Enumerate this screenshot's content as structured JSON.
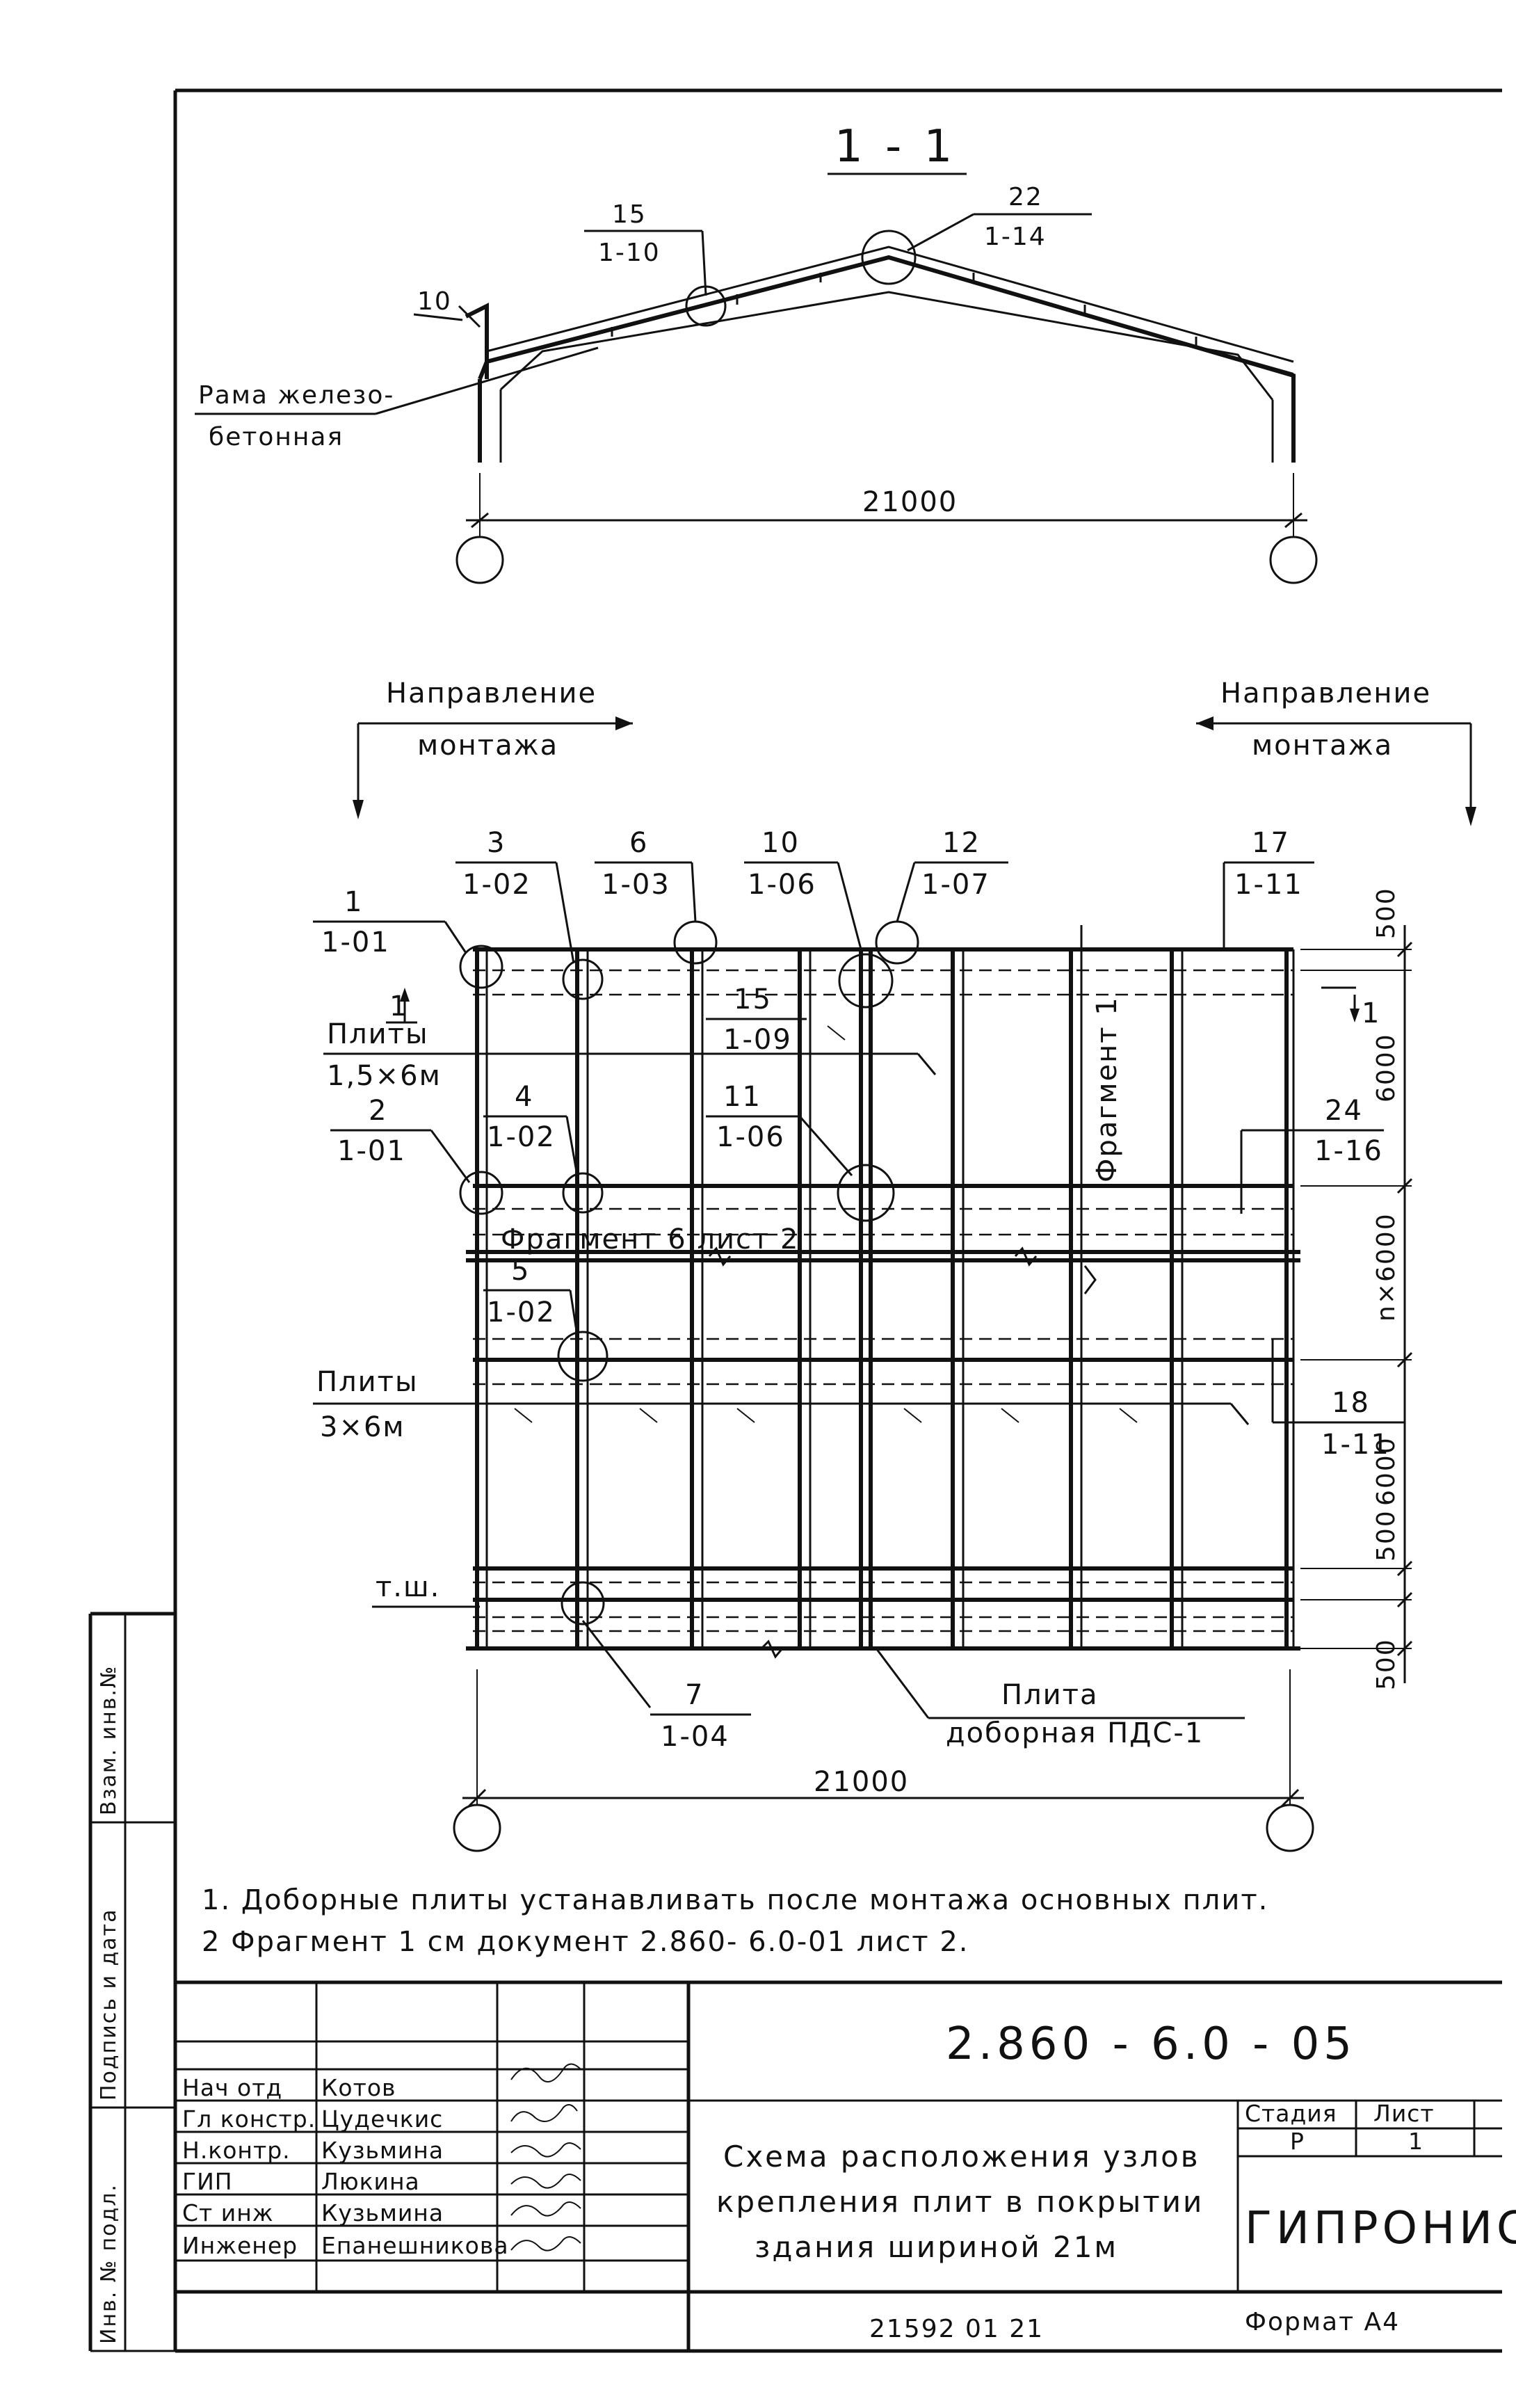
{
  "section": {
    "title": "1 - 1",
    "callouts": [
      {
        "num": "15",
        "ref": "1-10"
      },
      {
        "num": "22",
        "ref": "1-14"
      }
    ],
    "left_mark": "10",
    "frame_label_1": "Рама железо-",
    "frame_label_2": "бетонная",
    "span_dim": "21000"
  },
  "plan": {
    "direction_left_1": "Направление",
    "direction_left_2": "монтажа",
    "direction_right_1": "Направление",
    "direction_right_2": "монтажа",
    "callouts": [
      {
        "num": "3",
        "ref": "1-02"
      },
      {
        "num": "6",
        "ref": "1-03"
      },
      {
        "num": "10",
        "ref": "1-06"
      },
      {
        "num": "12",
        "ref": "1-07"
      },
      {
        "num": "17",
        "ref": "1-11"
      },
      {
        "num": "1",
        "ref": "1-01"
      },
      {
        "num": "15",
        "ref": "1-09"
      },
      {
        "num": "2",
        "ref": "1-01"
      },
      {
        "num": "4",
        "ref": "1-02"
      },
      {
        "num": "11",
        "ref": "1-06"
      },
      {
        "num": "24",
        "ref": "1-16"
      },
      {
        "num": "5",
        "ref": "1-02"
      },
      {
        "num": "18",
        "ref": "1-11"
      },
      {
        "num": "7",
        "ref": "1-04"
      }
    ],
    "section_mark_left": "1",
    "section_mark_right": "1",
    "plates_a_1": "Плиты",
    "plates_a_2": "1,5×6м",
    "plates_b_1": "Плиты",
    "plates_b_2": "3×6м",
    "fragment_vertical": "Фрагмент 1",
    "fragment_horizontal": "Фрагмент 6 лист 2",
    "ts_mark": "т.ш.",
    "extra_plate_1": "Плита",
    "extra_plate_2": "доборная ПДС-1",
    "span_dim": "21000",
    "dims_right": [
      "500",
      "6000",
      "n×6000",
      "6000",
      "500",
      "500"
    ]
  },
  "notes": [
    "1. Доборные плиты устанавливать после монтажа основных плит.",
    "2  Фрагмент 1  см документ  2.860- 6.0-01  лист 2."
  ],
  "title_block": {
    "doc_number": "2.860 - 6.0 - 05",
    "roles": [
      "Нач отд",
      "Гл констр.",
      "Н.контр.",
      "ГИП",
      "Ст инж",
      "Инженер"
    ],
    "names": [
      "Котов",
      "Цудечкис",
      "Кузьмина",
      "Люкина",
      "Кузьмина",
      "Епанешникова"
    ],
    "title_lines": [
      "Схема расположения узлов",
      "крепления плит в покрытии",
      "здания шириной 21м"
    ],
    "stage_header": "Стадия",
    "sheet_header": "Лист",
    "stage_value": "Р",
    "sheet_value": "1",
    "org": "ГИПРОНИСЕ.",
    "format": "Формат А4",
    "bottom_number": "21592  01  21"
  },
  "side_stamps": [
    "Инв. № подл.",
    "Подпись и дата",
    "Взам. инв.№"
  ]
}
